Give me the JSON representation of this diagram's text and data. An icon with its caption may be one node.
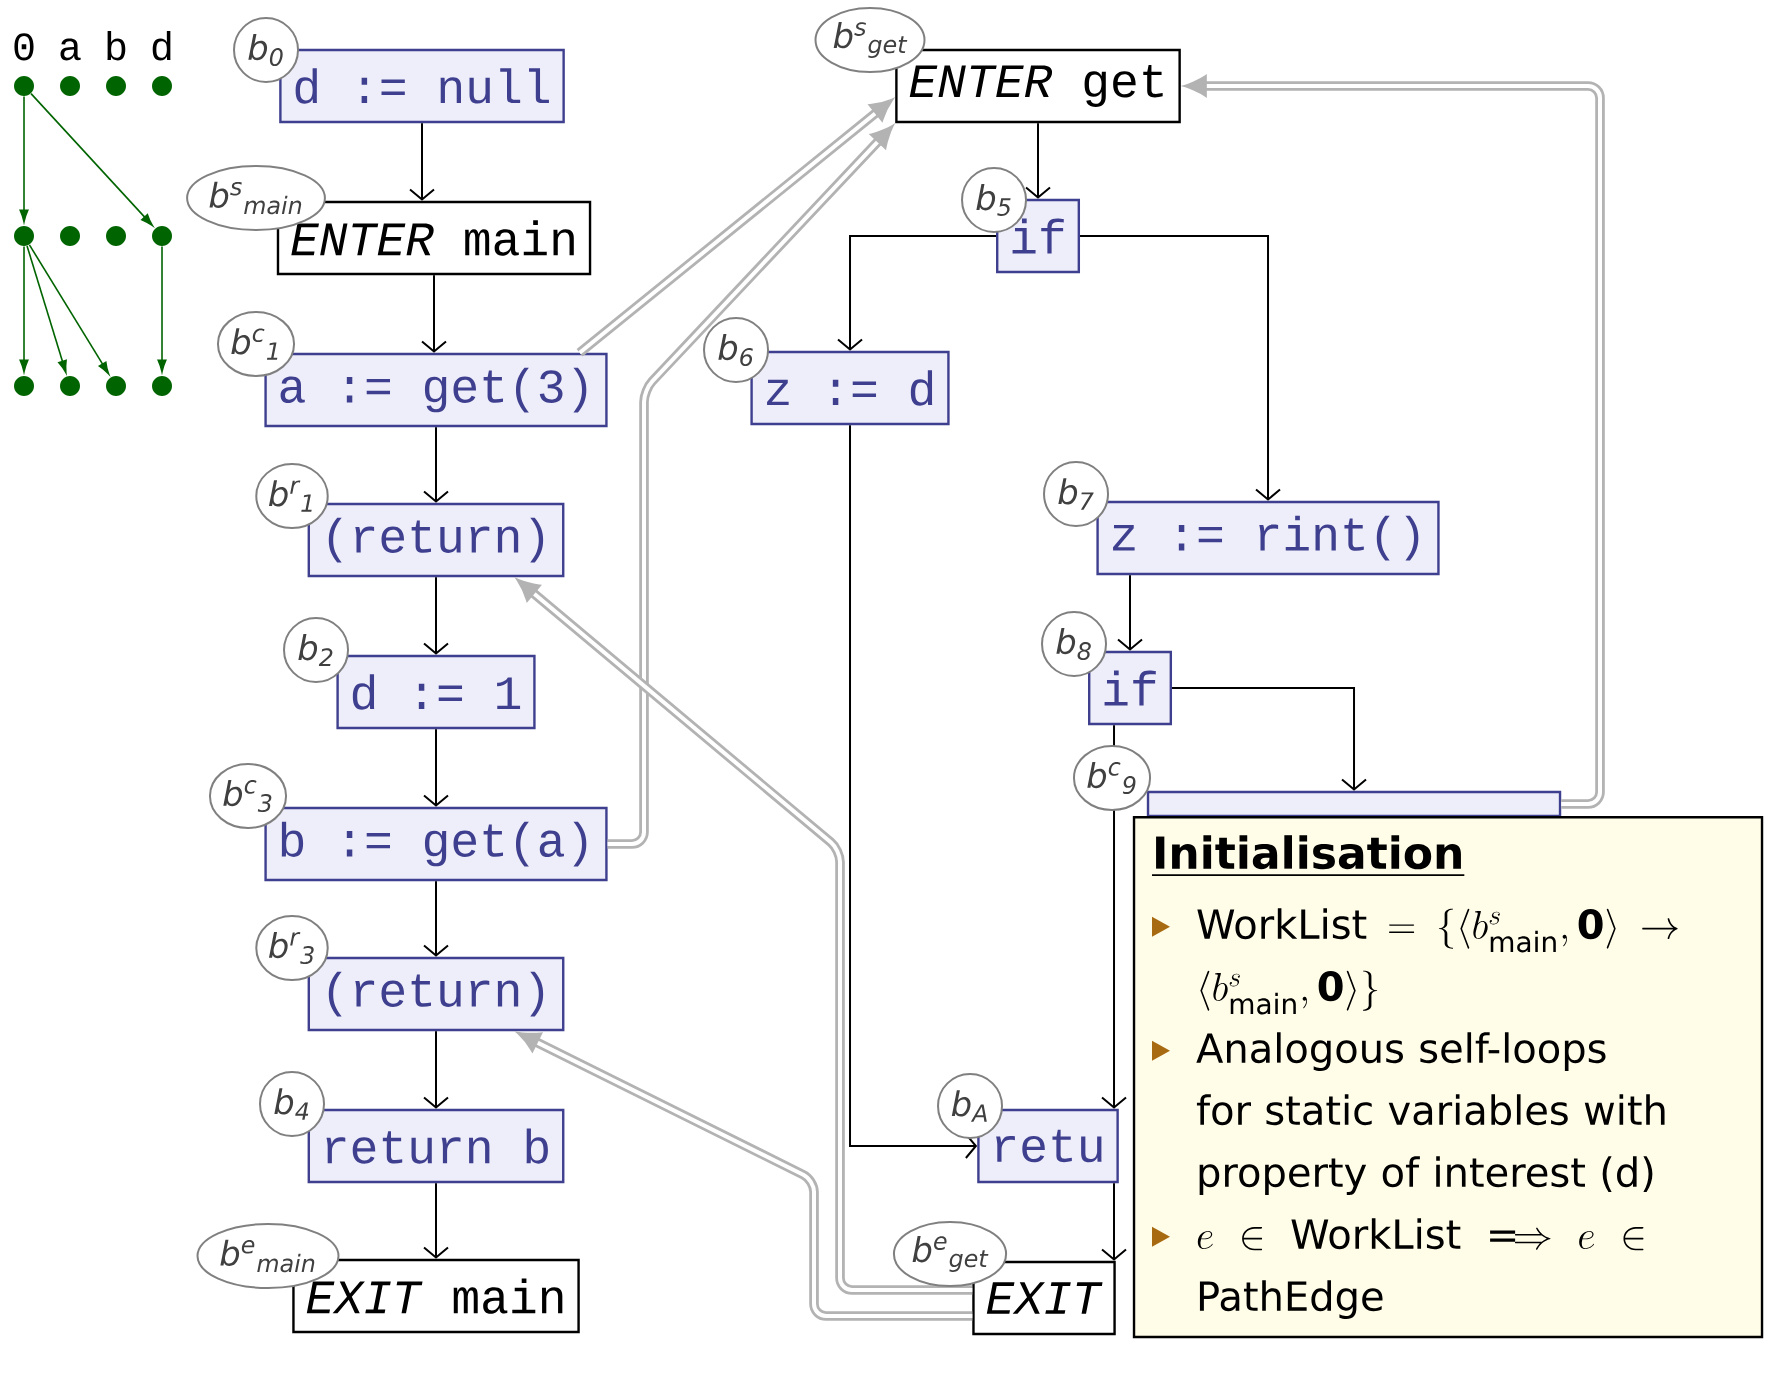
{
  "diagram": {
    "nodes": [
      {
        "text": [],
        "shape": "circle"
      },
      {
        "text": [],
        "shape": "circle"
      },
      {
        "text": [],
        "shape": "circle"
      },
      {
        "text": [],
        "shape": "circle"
      },
      {
        "text": [],
        "shape": "circle"
      },
      {
        "text": [],
        "shape": "circle"
      },
      {
        "text": [],
        "shape": "circle"
      },
      {
        "text": [],
        "shape": "circle"
      },
      {
        "text": [],
        "shape": "circle"
      },
      {
        "text": [],
        "shape": "circle"
      },
      {
        "text": [],
        "shape": "circle"
      },
      {
        "text": [],
        "shape": "circle"
      },
      {
        "text": [
          "d := null"
        ],
        "beside": [
          "b$_{0}$"
        ]
      },
      {
        "text": [
          "*ENTER* main"
        ],
        "beside": [
          "b$^{s}$$_{main}$"
        ]
      },
      {
        "text": [
          "a := get(3)"
        ],
        "beside": [
          "b$^{c}$$_{1}$"
        ]
      },
      {
        "text": [
          "(return)"
        ],
        "beside": [
          "b$^{r}$$_{1}$"
        ]
      },
      {
        "text": [
          "d := 1"
        ],
        "beside": [
          "b$_{2}$"
        ]
      },
      {
        "text": [
          "b := get(a)"
        ],
        "beside": [
          "b$^{c}$$_{3}$"
        ]
      },
      {
        "text": [
          "(return)"
        ],
        "beside": [
          "b$^{r}$$_{3}$"
        ]
      },
      {
        "text": [
          "return b"
        ],
        "beside": [
          "b$_{4}$"
        ]
      },
      {
        "text": [
          "*EXIT* main"
        ],
        "beside": [
          "b$^{e}$$_{main}$"
        ]
      },
      {
        "text": [
          "*ENTER* get"
        ],
        "beside": [
          "b$^{s}$$_{get}$"
        ]
      },
      {
        "text": [
          "if"
        ],
        "beside": [
          "b$_{5}$"
        ]
      },
      {
        "text": [
          "z := d"
        ],
        "beside": [
          "b$_{6}$"
        ]
      },
      {
        "text": [
          "z := rint()"
        ],
        "beside": [
          "b$_{7}$"
        ]
      },
      {
        "text": [
          "if"
        ],
        "beside": [
          "b$_{8}$"
        ]
      },
      {
        "text": [],
        "shape": "box",
        "beside": [
          "b$^{c}$$_{9}$"
        ]
      },
      {
        "text": [
          "retu"
        ],
        "beside": [
          "b$_{A}$"
        ]
      },
      {
        "text": [
          "*EXIT*"
        ],
        "beside": [
          "b$^{e}$$_{get}$"
        ]
      },
      {
        "text": [
          "Initialisation",
          "\\textsc{WorkList} = \\{\\langle b^{s}_{\\mathrm{main}},\\mathbf{0}\\rangle \\to \\langle b^{s}_{\\mathrm{main}},\\mathbf{0}\\rangle\\}",
          "Analogous self-loops for static variables with property of interest (d)",
          "e \\in \\textsc{WorkList} \\Longrightarrow e \\in \\textsc{PathEdge}"
        ]
      }
    ],
    "edges": [
      {
        "from": 0,
        "to": 4,
        "arrow": "to",
        "color": "#006400"
      },
      {
        "from": 0,
        "to": 7,
        "arrow": "to",
        "color": "#006400"
      },
      {
        "from": 4,
        "to": 8,
        "arrow": "to",
        "color": "#006400"
      },
      {
        "from": 4,
        "to": 9,
        "arrow": "to",
        "color": "#006400"
      },
      {
        "from": 4,
        "to": 10,
        "arrow": "to",
        "color": "#006400"
      },
      {
        "from": 7,
        "to": 11,
        "arrow": "to",
        "color": "#006400"
      },
      {
        "from": 12,
        "to": 13,
        "arrow": "to"
      },
      {
        "from": 13,
        "to": 14,
        "arrow": "to"
      },
      {
        "from": 14,
        "to": 15,
        "arrow": "to"
      },
      {
        "from": 15,
        "to": 16,
        "arrow": "to"
      },
      {
        "from": 16,
        "to": 17,
        "arrow": "to"
      },
      {
        "from": 17,
        "to": 18,
        "arrow": "to"
      },
      {
        "from": 18,
        "to": 19,
        "arrow": "to"
      },
      {
        "from": 19,
        "to": 20,
        "arrow": "to"
      },
      {
        "from": 21,
        "to": 22,
        "arrow": "to"
      },
      {
        "from": 22,
        "to": 23,
        "arrow": "to"
      },
      {
        "from": 22,
        "to": 24,
        "arrow": "to"
      },
      {
        "from": 24,
        "to": 25,
        "arrow": "to"
      },
      {
        "from": 25,
        "to": 26,
        "arrow": "to"
      },
      {
        "from": 25,
        "to": 27,
        "arrow": "to"
      },
      {
        "from": 23,
        "to": 27,
        "arrow": "to"
      },
      {
        "from": 27,
        "to": 28,
        "arrow": "to"
      },
      {
        "from": 14,
        "to": 21,
        "arrow": "to",
        "style": "thick",
        "color": "#b3b3b3"
      },
      {
        "from": 17,
        "to": 21,
        "arrow": "to",
        "style": "thick",
        "color": "#b3b3b3"
      },
      {
        "from": 28,
        "to": 15,
        "arrow": "to",
        "style": "thick",
        "color": "#b3b3b3"
      },
      {
        "from": 28,
        "to": 18,
        "arrow": "to",
        "style": "thick",
        "color": "#b3b3b3"
      },
      {
        "from": 26,
        "to": 21,
        "arrow": "to",
        "style": "thick",
        "color": "#b3b3b3"
      }
    ],
    "labels": [
      "0",
      "a",
      "b",
      "d"
    ]
  }
}
